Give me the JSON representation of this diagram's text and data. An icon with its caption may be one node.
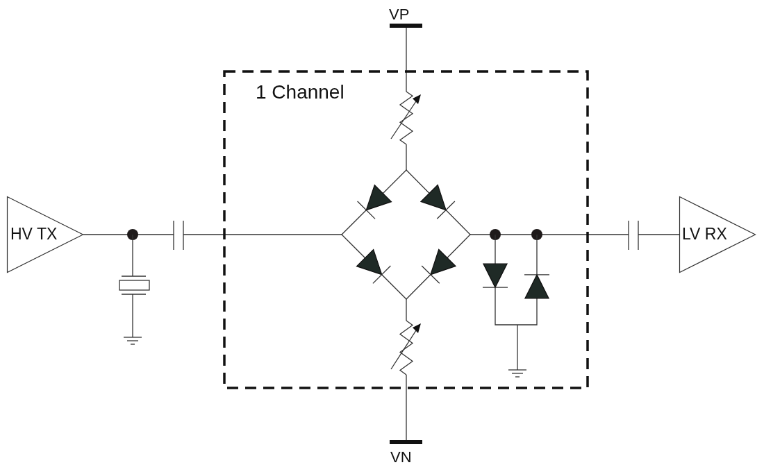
{
  "diagram": {
    "nodes": [
      {
        "text": [
          "1 Channel"
        ]
      },
      {
        "text": [
          "HV TX"
        ]
      },
      {
        "text": [
          "LV RX"
        ]
      }
    ],
    "labels": [
      "VP",
      "VN"
    ]
  }
}
